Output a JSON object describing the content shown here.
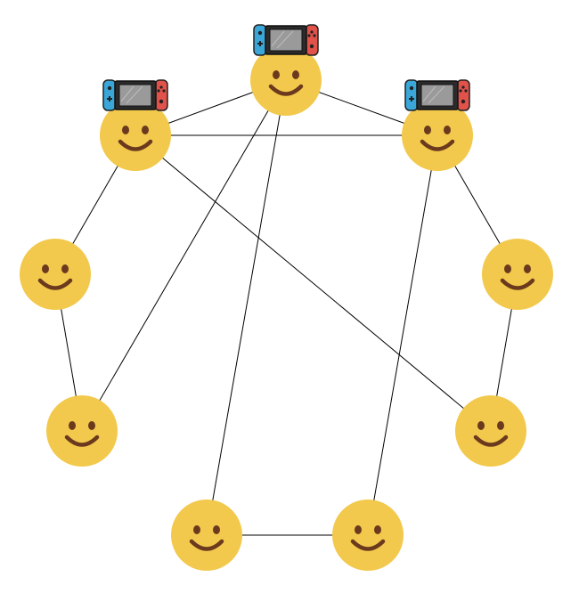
{
  "diagram": {
    "colors": {
      "background": "#ffffff",
      "edge": "#000000",
      "face_fill": "#f2c94c",
      "face_feature": "#6b3a1e",
      "console_left_joycon": "#3aa7d8",
      "console_right_joycon": "#e0524a",
      "console_screen": "#9a9a9a",
      "console_body": "#2b2b2b"
    },
    "nodes": [
      {
        "id": "n0",
        "icon": "smiley-face-icon",
        "has_console": true,
        "console_icon": "nintendo-switch-icon"
      },
      {
        "id": "n1",
        "icon": "smiley-face-icon",
        "has_console": true,
        "console_icon": "nintendo-switch-icon"
      },
      {
        "id": "n2",
        "icon": "smiley-face-icon",
        "has_console": true,
        "console_icon": "nintendo-switch-icon"
      },
      {
        "id": "n3",
        "icon": "smiley-face-icon",
        "has_console": false
      },
      {
        "id": "n4",
        "icon": "smiley-face-icon",
        "has_console": false
      },
      {
        "id": "n5",
        "icon": "smiley-face-icon",
        "has_console": false
      },
      {
        "id": "n6",
        "icon": "smiley-face-icon",
        "has_console": false
      },
      {
        "id": "n7",
        "icon": "smiley-face-icon",
        "has_console": false
      },
      {
        "id": "n8",
        "icon": "smiley-face-icon",
        "has_console": false
      }
    ],
    "edges": [
      [
        "n0",
        "n1"
      ],
      [
        "n0",
        "n2"
      ],
      [
        "n1",
        "n2"
      ],
      [
        "n1",
        "n3"
      ],
      [
        "n1",
        "n7"
      ],
      [
        "n0",
        "n4"
      ],
      [
        "n0",
        "n5"
      ],
      [
        "n2",
        "n8"
      ],
      [
        "n2",
        "n6"
      ],
      [
        "n3",
        "n4"
      ],
      [
        "n5",
        "n6"
      ],
      [
        "n7",
        "n8"
      ]
    ]
  }
}
